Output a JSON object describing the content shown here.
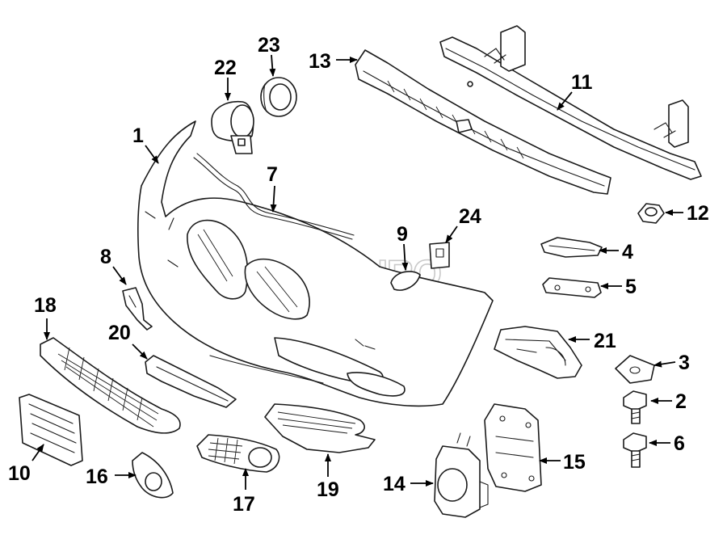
{
  "diagram": {
    "watermark_text": "FCPEURO",
    "callouts": [
      "1",
      "2",
      "3",
      "4",
      "5",
      "6",
      "7",
      "8",
      "9",
      "10",
      "11",
      "12",
      "13",
      "14",
      "15",
      "16",
      "17",
      "18",
      "19",
      "20",
      "21",
      "22",
      "23",
      "24"
    ]
  }
}
